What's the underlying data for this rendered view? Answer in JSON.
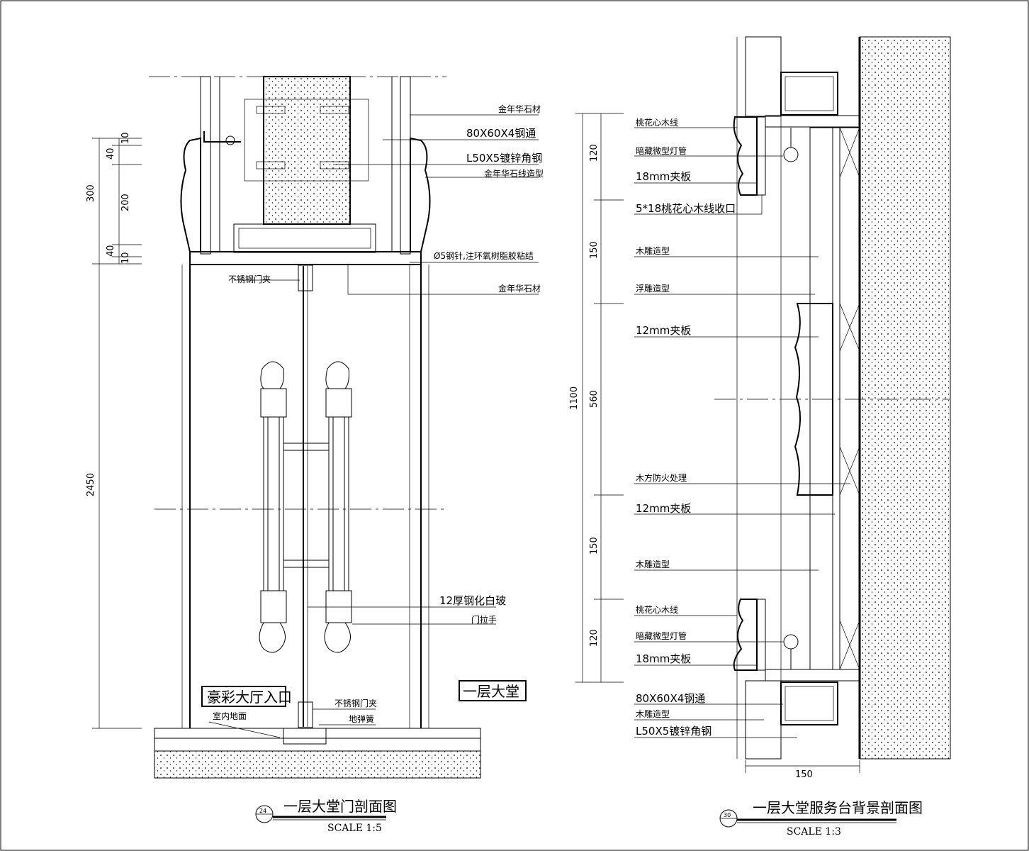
{
  "left_drawing": {
    "title": "一层大堂门剖面图",
    "scale": "SCALE 1:5",
    "section_ref": "24",
    "labels": [
      "金年华石材",
      "80X60X4钢通",
      "L50X5镀锌角钢",
      "金年华石线造型",
      "Ø5钢针,注环氧树脂胶粘结",
      "不锈钢门夹",
      "金年华石材",
      "12厚钢化白玻",
      "门拉手",
      "不锈钢门夹",
      "地弹簧",
      "室内地面"
    ],
    "room_labels": [
      "豪彩大厅入口",
      "一层大堂"
    ],
    "dims_outer": [
      "300",
      "2450"
    ],
    "dims_inner": [
      "10",
      "40",
      "200",
      "40",
      "10"
    ]
  },
  "right_drawing": {
    "title": "一层大堂服务台背景剖面图",
    "scale": "SCALE 1:3",
    "section_ref": "30",
    "labels": [
      "桃花心木线",
      "暗藏微型灯管",
      "18mm夹板",
      "5*18桃花心木线收口",
      "木雕造型",
      "浮雕造型",
      "12mm夹板",
      "木方防火处理",
      "12mm夹板",
      "木雕造型",
      "桃花心木线",
      "暗藏微型灯管",
      "18mm夹板",
      "80X60X4钢通",
      "木雕造型",
      "L50X5镀锌角钢"
    ],
    "dim_total": "1100",
    "dims_segments": [
      "120",
      "150",
      "560",
      "150",
      "120"
    ],
    "dim_bottom": "150"
  }
}
